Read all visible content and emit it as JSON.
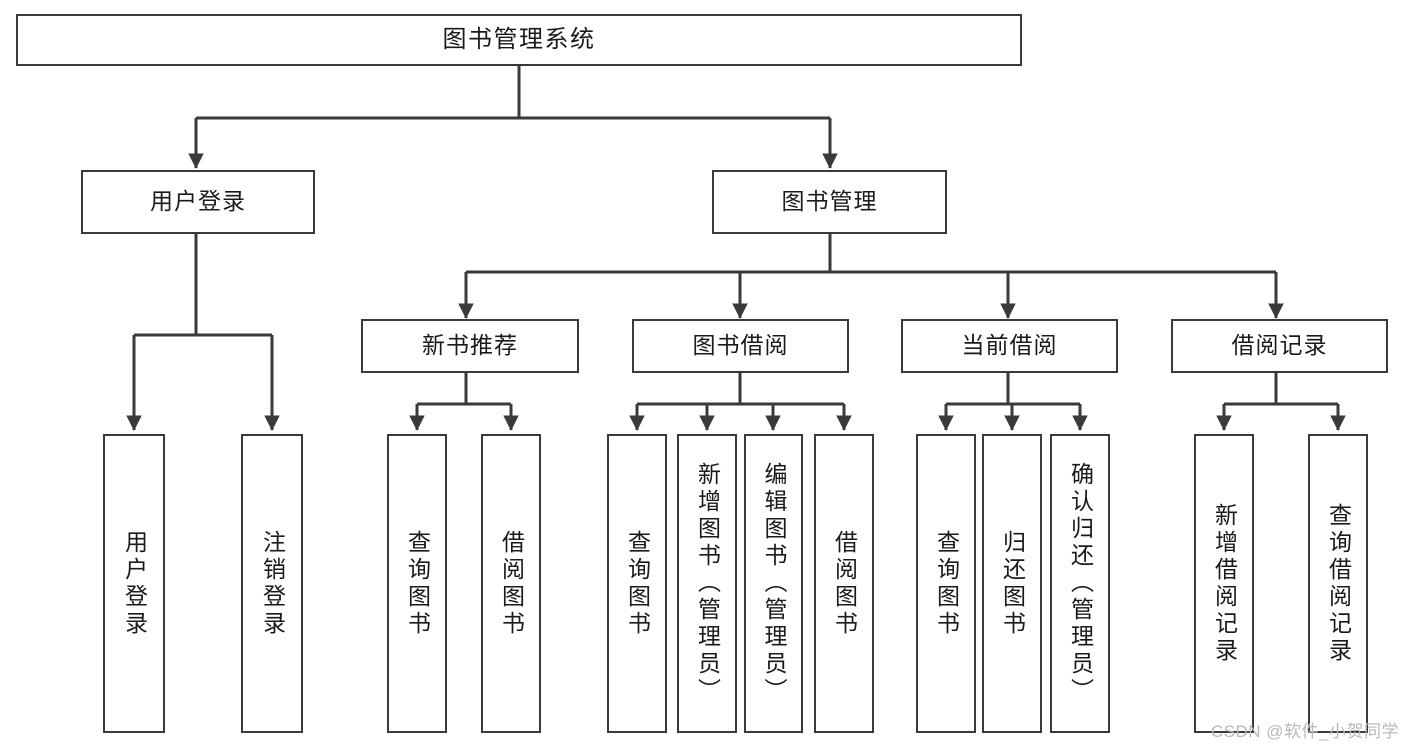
{
  "diagram": {
    "type": "tree",
    "title": "图书管理系统",
    "line_color": "#3a3a3a",
    "box_fill": "#ffffff",
    "text_color": "#1a1a1a",
    "watermark": "CSDN @软件_小贺同学",
    "levels": {
      "level1": [
        "图书管理系统"
      ],
      "level2": [
        "用户登录",
        "图书管理"
      ],
      "level3": [
        "新书推荐",
        "图书借阅",
        "当前借阅",
        "借阅记录"
      ],
      "level4": [
        "用户登录",
        "注销登录",
        "查询图书",
        "借阅图书",
        "查询图书",
        "新增图书（管理员）",
        "编辑图书（管理员）",
        "借阅图书",
        "查询图书",
        "归还图书",
        "确认归还（管理员）",
        "新增借阅记录",
        "查询借阅记录"
      ]
    },
    "nodes": {
      "root": {
        "label": "图书管理系统"
      },
      "user_login": {
        "label": "用户登录"
      },
      "book_mgmt": {
        "label": "图书管理"
      },
      "new_book_rec": {
        "label": "新书推荐"
      },
      "book_borrow": {
        "label": "图书借阅"
      },
      "current_borrow": {
        "label": "当前借阅"
      },
      "borrow_record": {
        "label": "借阅记录"
      },
      "leaf_user_login": {
        "label": "用户登录"
      },
      "leaf_logout": {
        "label": "注销登录"
      },
      "leaf_query_book_a": {
        "label": "查询图书"
      },
      "leaf_borrow_book_a": {
        "label": "借阅图书"
      },
      "leaf_query_book_b": {
        "label": "查询图书"
      },
      "leaf_add_book": {
        "label": "新增图书（管理员）"
      },
      "leaf_edit_book": {
        "label": "编辑图书（管理员）"
      },
      "leaf_borrow_book_b": {
        "label": "借阅图书"
      },
      "leaf_query_book_c": {
        "label": "查询图书"
      },
      "leaf_return_book": {
        "label": "归还图书"
      },
      "leaf_confirm_return": {
        "label": "确认归还（管理员）"
      },
      "leaf_add_record": {
        "label": "新增借阅记录"
      },
      "leaf_query_record": {
        "label": "查询借阅记录"
      }
    },
    "edges": [
      {
        "from": "root",
        "to": "user_login"
      },
      {
        "from": "root",
        "to": "book_mgmt"
      },
      {
        "from": "user_login",
        "to": "leaf_user_login"
      },
      {
        "from": "user_login",
        "to": "leaf_logout"
      },
      {
        "from": "book_mgmt",
        "to": "new_book_rec"
      },
      {
        "from": "book_mgmt",
        "to": "book_borrow"
      },
      {
        "from": "book_mgmt",
        "to": "current_borrow"
      },
      {
        "from": "book_mgmt",
        "to": "borrow_record"
      },
      {
        "from": "new_book_rec",
        "to": "leaf_query_book_a"
      },
      {
        "from": "new_book_rec",
        "to": "leaf_borrow_book_a"
      },
      {
        "from": "book_borrow",
        "to": "leaf_query_book_b"
      },
      {
        "from": "book_borrow",
        "to": "leaf_add_book"
      },
      {
        "from": "book_borrow",
        "to": "leaf_edit_book"
      },
      {
        "from": "book_borrow",
        "to": "leaf_borrow_book_b"
      },
      {
        "from": "current_borrow",
        "to": "leaf_query_book_c"
      },
      {
        "from": "current_borrow",
        "to": "leaf_return_book"
      },
      {
        "from": "current_borrow",
        "to": "leaf_confirm_return"
      },
      {
        "from": "borrow_record",
        "to": "leaf_add_record"
      },
      {
        "from": "borrow_record",
        "to": "leaf_query_record"
      }
    ]
  }
}
